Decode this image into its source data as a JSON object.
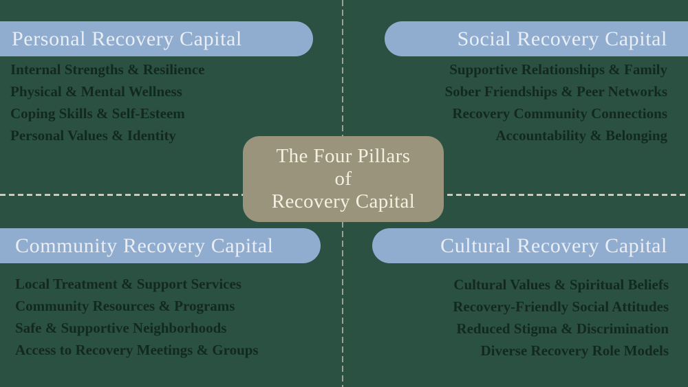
{
  "title": "The Four Pillars of Recovery Capital",
  "center_box": {
    "line1": "The Four Pillars",
    "line2": "of",
    "line3": "Recovery Capital"
  },
  "quadrants": {
    "personal": {
      "title": "Personal Recovery Capital",
      "items": [
        "Internal Strengths & Resilience",
        "Physical & Mental Wellness",
        "Coping Skills & Self-Esteem",
        "Personal Values & Identity"
      ]
    },
    "social": {
      "title": "Social Recovery Capital",
      "items": [
        "Supportive Relationships & Family",
        "Sober Friendships & Peer Networks",
        "Recovery Community Connections",
        "Accountability & Belonging"
      ]
    },
    "community": {
      "title": "Community Recovery Capital",
      "items": [
        "Local Treatment & Support Services",
        "Community Resources & Programs",
        "Safe & Supportive Neighborhoods",
        "Access to Recovery Meetings & Groups"
      ]
    },
    "cultural": {
      "title": "Cultural Recovery Capital",
      "items": [
        "Cultural Values & Spiritual Beliefs",
        "Recovery-Friendly Social Attitudes",
        "Reduced Stigma & Discrimination",
        "Diverse Recovery Role Models"
      ]
    }
  },
  "colors": {
    "background": "#2a5142",
    "header_pill": "#90adcf",
    "header_text": "#e9eef6",
    "item_text": "#13291f",
    "center_box": "#99947b",
    "center_text": "#f4f0e1",
    "divider_vertical": "#9aa396",
    "divider_horizontal": "#c7cdbe"
  }
}
